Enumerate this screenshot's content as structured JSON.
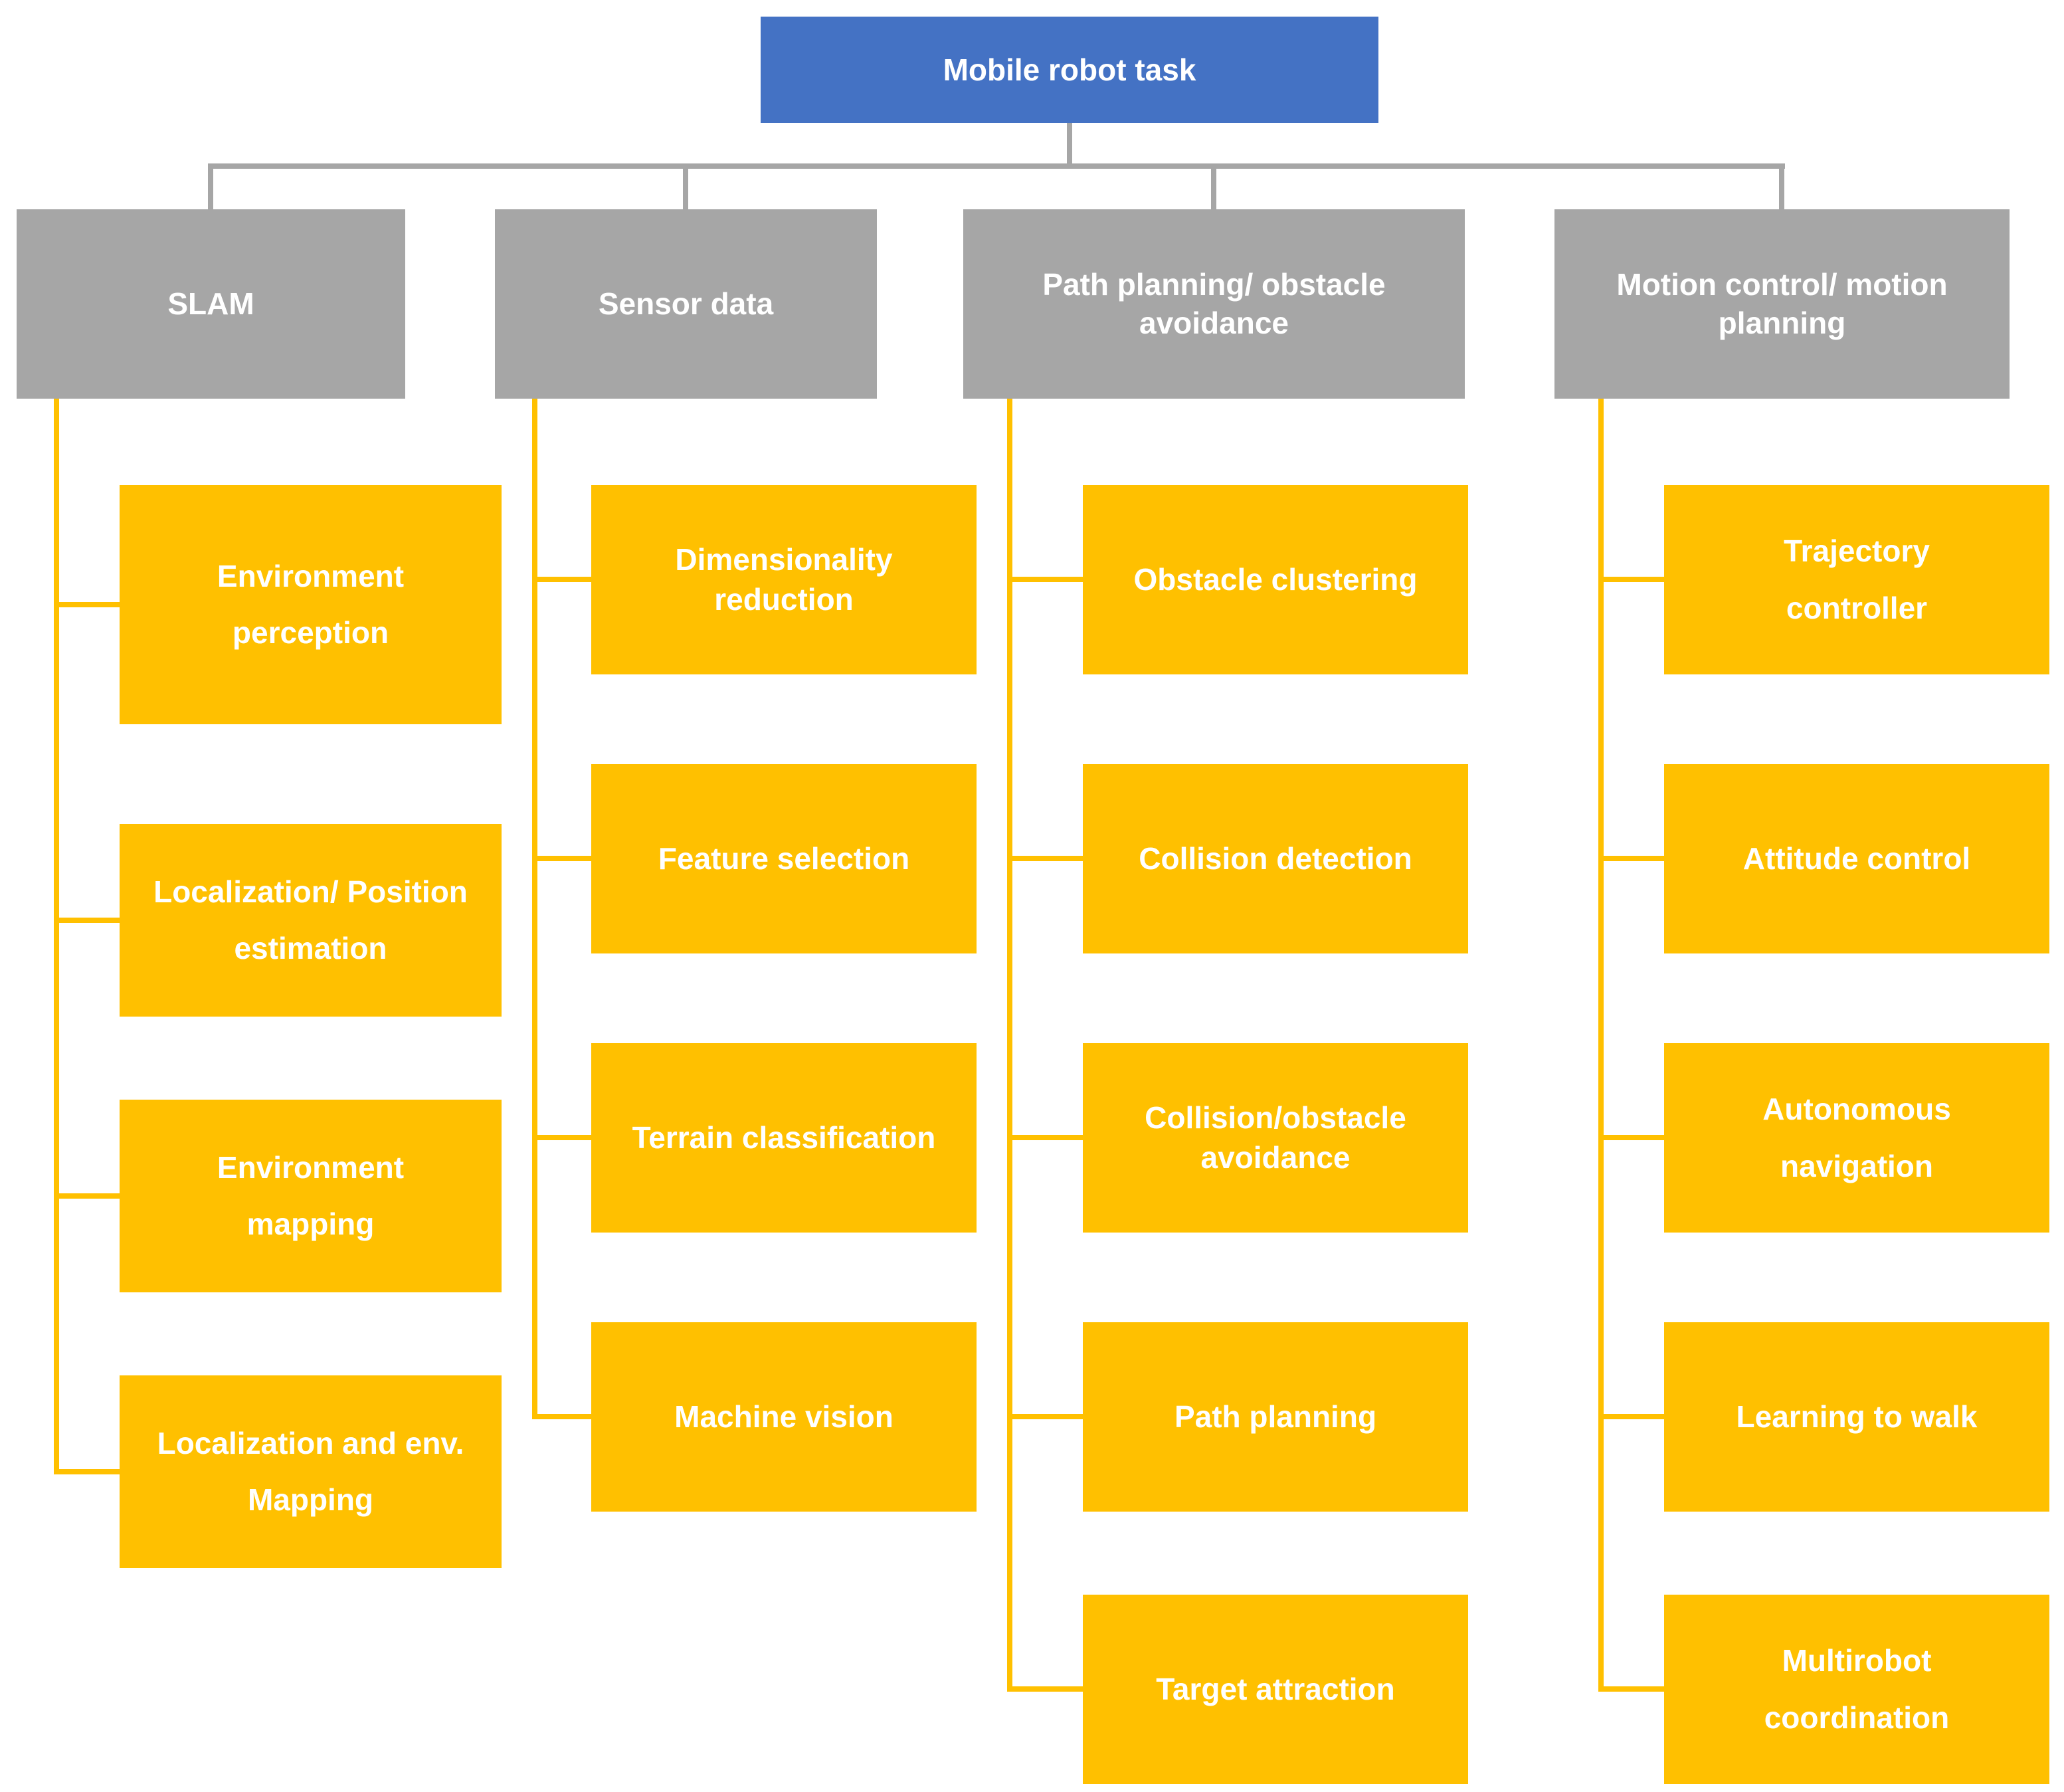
{
  "root": {
    "label": "Mobile robot task"
  },
  "colors": {
    "root_fill": "#4472C4",
    "category_fill": "#A6A6A6",
    "item_fill": "#FFC000",
    "text": "#FFFFFF",
    "connector_gray": "#A6A6A6",
    "connector_gold": "#FFC000"
  },
  "columns": [
    {
      "label": "SLAM",
      "children": [
        {
          "label": "Environment\nperception"
        },
        {
          "label": "Localization/ Position\nestimation"
        },
        {
          "label": "Environment\nmapping"
        },
        {
          "label": "Localization and env.\nMapping"
        }
      ]
    },
    {
      "label": "Sensor data",
      "children": [
        {
          "label": "Dimensionality\nreduction"
        },
        {
          "label": "Feature selection"
        },
        {
          "label": "Terrain classification"
        },
        {
          "label": "Machine vision"
        }
      ]
    },
    {
      "label": "Path planning/ obstacle\navoidance",
      "children": [
        {
          "label": "Obstacle clustering"
        },
        {
          "label": "Collision detection"
        },
        {
          "label": "Collision/obstacle\navoidance"
        },
        {
          "label": "Path planning"
        },
        {
          "label": "Target attraction"
        }
      ]
    },
    {
      "label": "Motion control/ motion\nplanning",
      "children": [
        {
          "label": "Trajectory\ncontroller"
        },
        {
          "label": "Attitude control"
        },
        {
          "label": "Autonomous\nnavigation"
        },
        {
          "label": "Learning to walk"
        },
        {
          "label": "Multirobot\ncoordination"
        }
      ]
    }
  ]
}
